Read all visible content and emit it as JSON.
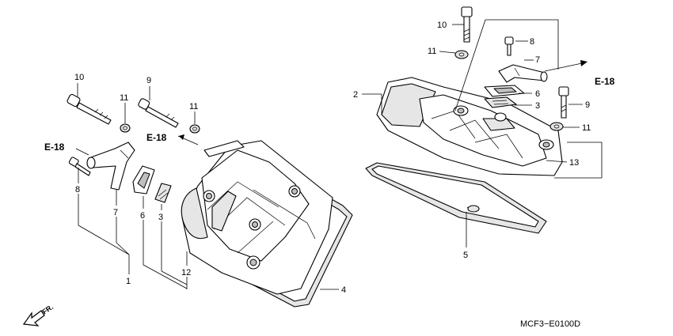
{
  "diagram": {
    "callouts_left": {
      "n10": "10",
      "n9": "9",
      "n11a": "11",
      "n11b": "11",
      "n8": "8",
      "n7": "7",
      "n6": "6",
      "n3": "3",
      "n1": "1",
      "n12": "12",
      "n4": "4"
    },
    "callouts_right": {
      "n10": "10",
      "n8": "8",
      "n11a": "11",
      "n7": "7",
      "n2": "2",
      "n6": "6",
      "n3": "3",
      "n9": "9",
      "n11b": "11",
      "n13": "13",
      "n5": "5"
    },
    "refs": {
      "e18_left_a": "E-18",
      "e18_left_b": "E-18",
      "e18_right": "E-18"
    },
    "front_label": "FR.",
    "diagram_code": "MCF3−E0100D"
  }
}
